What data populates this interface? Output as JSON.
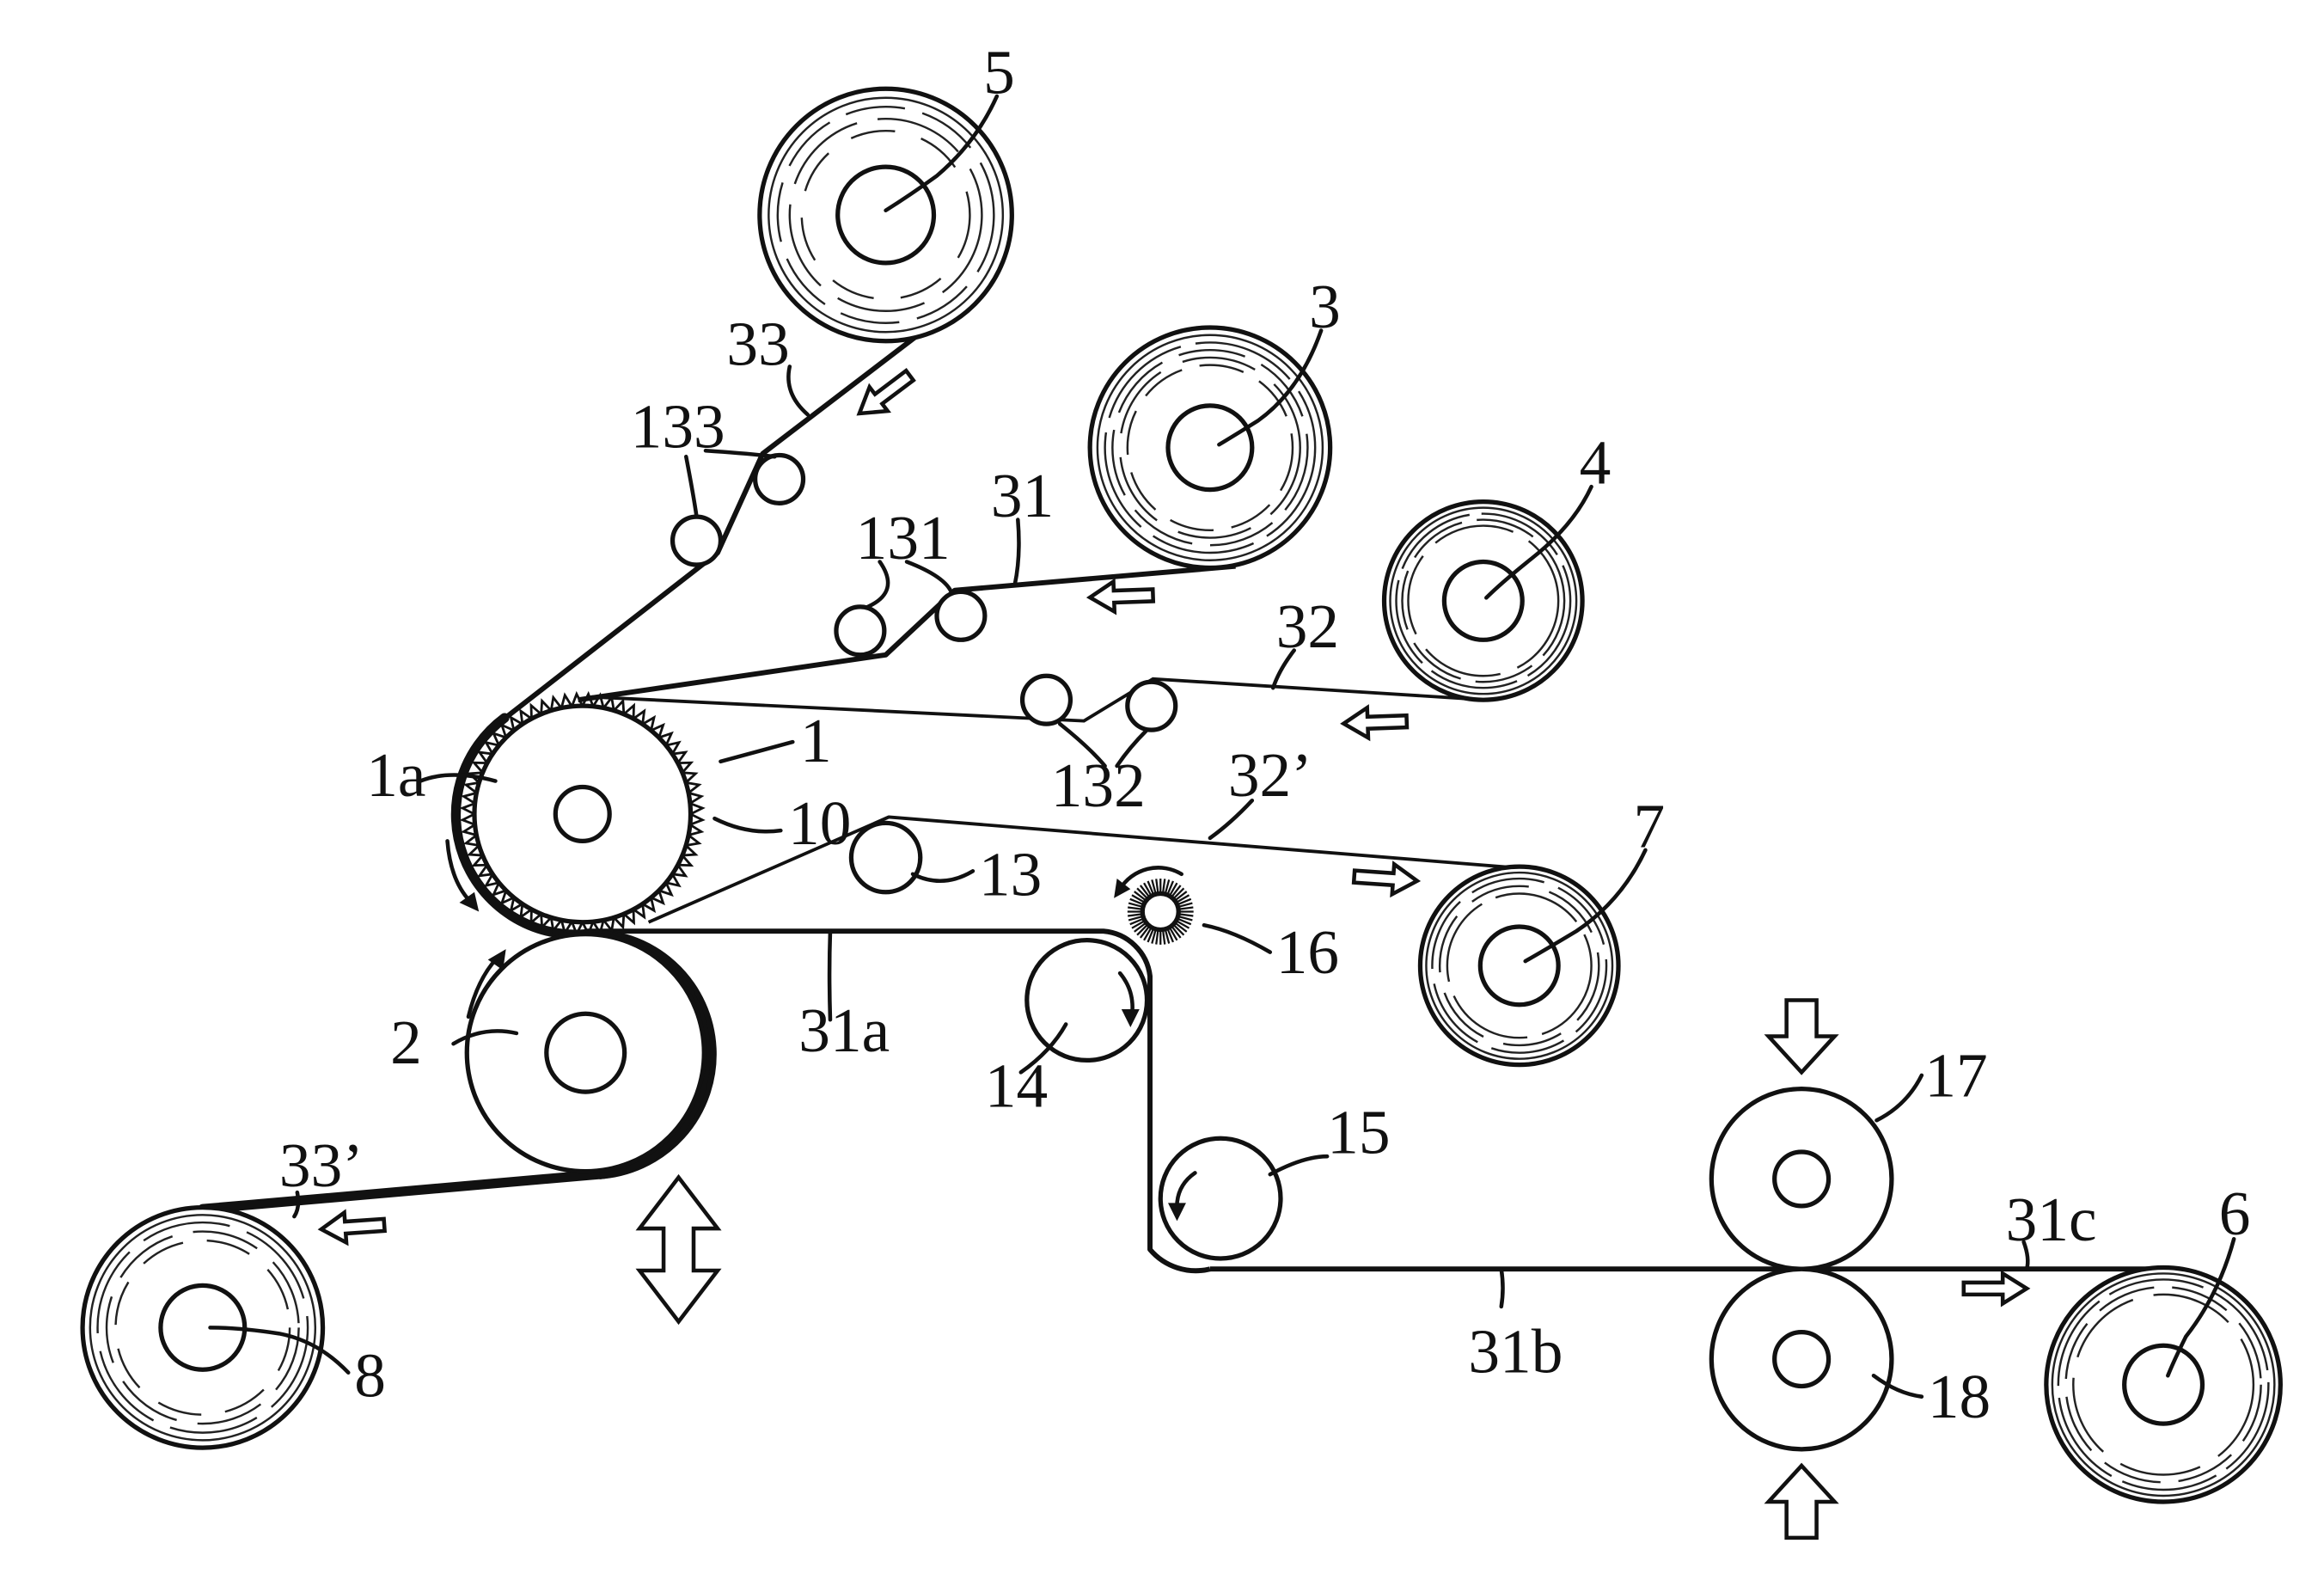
{
  "labels": {
    "anvil_roll": "1",
    "anvil_body": "1a",
    "press_roll": "2",
    "supply_roll_3": "3",
    "supply_roll_4": "4",
    "supply_roll_5": "5",
    "takeup_roll_6": "6",
    "takeup_roll_7": "7",
    "takeup_roll_8": "8",
    "protrusions": "10",
    "guide_13": "13",
    "guide_14": "14",
    "guide_15": "15",
    "brush_16": "16",
    "nip_roll_17": "17",
    "nip_roll_18": "18",
    "web_31": "31",
    "web_31a": "31a",
    "web_31b": "31b",
    "web_31c": "31c",
    "web_32": "32",
    "web_32p": "32’",
    "web_33": "33",
    "web_33p": "33’",
    "guides_131": "131",
    "guides_132": "132",
    "guides_133": "133"
  }
}
